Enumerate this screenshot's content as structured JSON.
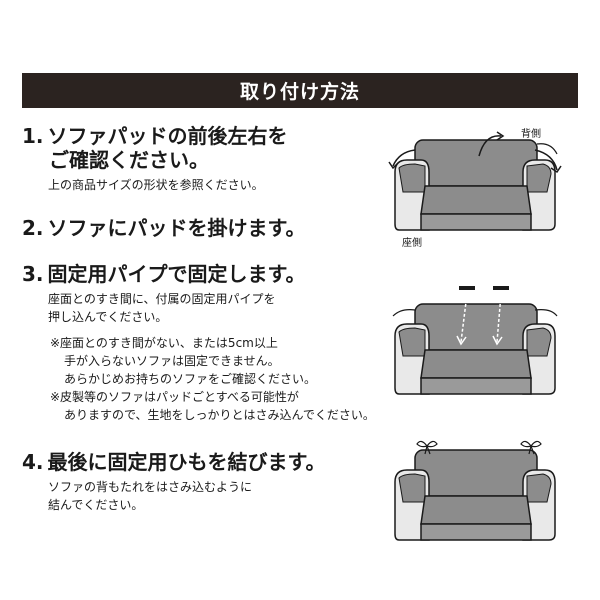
{
  "header": {
    "title": "取り付け方法"
  },
  "steps": [
    {
      "number": "1.",
      "title_lines": [
        "ソファパッドの前後左右を",
        "ご確認ください。"
      ],
      "body": [
        "上の商品サイズの形状を参照ください。"
      ]
    },
    {
      "number": "2.",
      "title_lines": [
        "ソファにパッドを掛けます。"
      ]
    },
    {
      "number": "3.",
      "title_lines": [
        "固定用パイプで固定します。"
      ],
      "body": [
        "座面とのすき間に、付属の固定用パイプを",
        "押し込んでください。"
      ],
      "note1": [
        "※座面とのすき間がない、または5cm以上",
        "手が入らないソファは固定できません。",
        "あらかじめお持ちのソファをご確認ください。"
      ],
      "note2": [
        "※皮製等のソファはパッドごとすべる可能性が",
        "ありますので、生地をしっかりとはさみ込んでください。"
      ]
    },
    {
      "number": "4.",
      "title_lines": [
        "最後に固定用ひもを結びます。"
      ],
      "body": [
        "ソファの背もたれをはさみ込むように",
        "結んでください。"
      ]
    }
  ],
  "illustration_labels": {
    "back": "背側",
    "seat": "座側"
  },
  "colors": {
    "header_bg": "#2b2320",
    "pad": "#8c8c8c",
    "sofa_outline": "#1a1a1a"
  }
}
